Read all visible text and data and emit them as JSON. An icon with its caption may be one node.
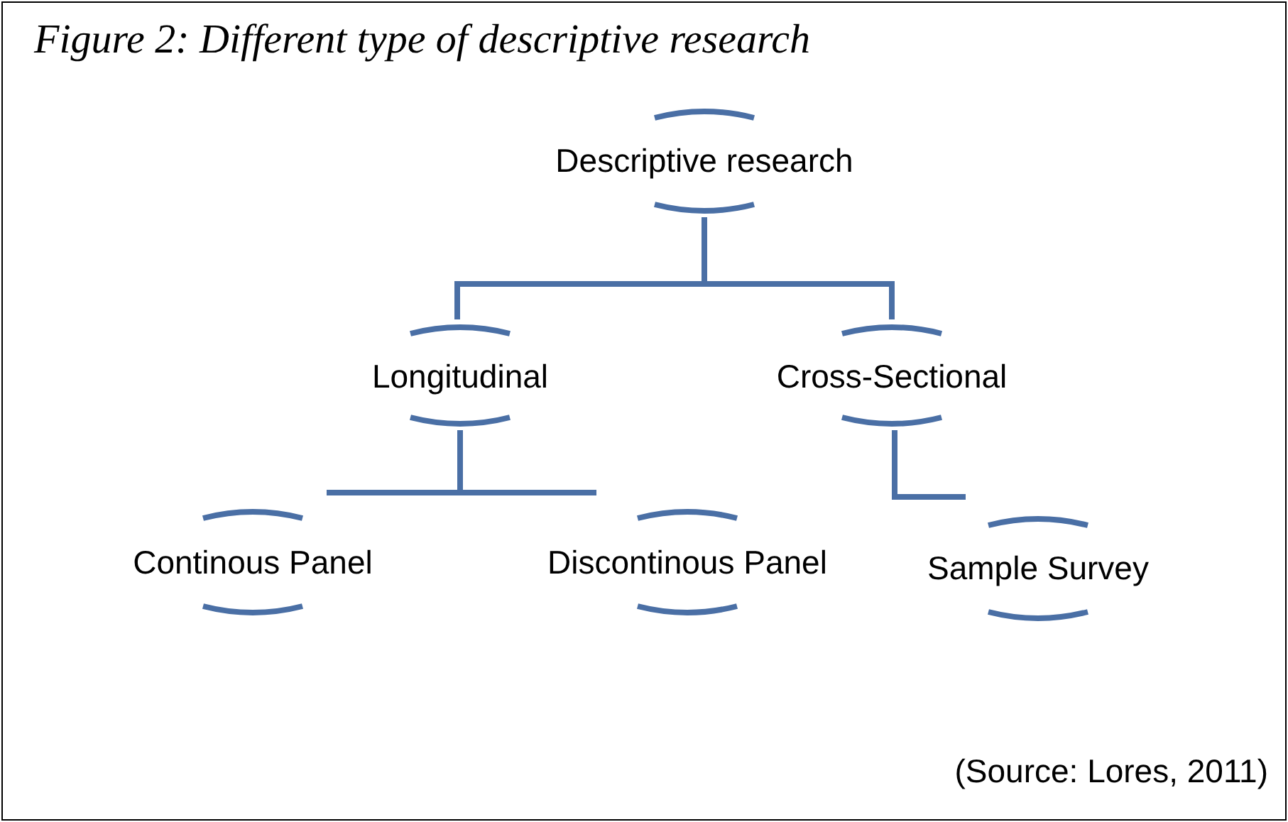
{
  "diagram": {
    "title": "Figure 2: Different type of descriptive research",
    "nodes": [
      {
        "text": [
          "Descriptive research"
        ]
      },
      {
        "text": [
          "Longitudinal"
        ]
      },
      {
        "text": [
          "Cross-Sectional"
        ]
      },
      {
        "text": [
          "Continous Panel"
        ]
      },
      {
        "text": [
          "Discontinous Panel"
        ]
      },
      {
        "text": [
          "Sample Survey"
        ]
      }
    ],
    "edges": [
      {
        "from": 0,
        "to": 1,
        "arrow": "none"
      },
      {
        "from": 0,
        "to": 2,
        "arrow": "none"
      },
      {
        "from": 1,
        "to": 3,
        "arrow": "none"
      },
      {
        "from": 1,
        "to": 4,
        "arrow": "none"
      },
      {
        "from": 2,
        "to": 5,
        "arrow": "none"
      }
    ],
    "labels": [
      "(Source: Lores, 2011)"
    ]
  }
}
